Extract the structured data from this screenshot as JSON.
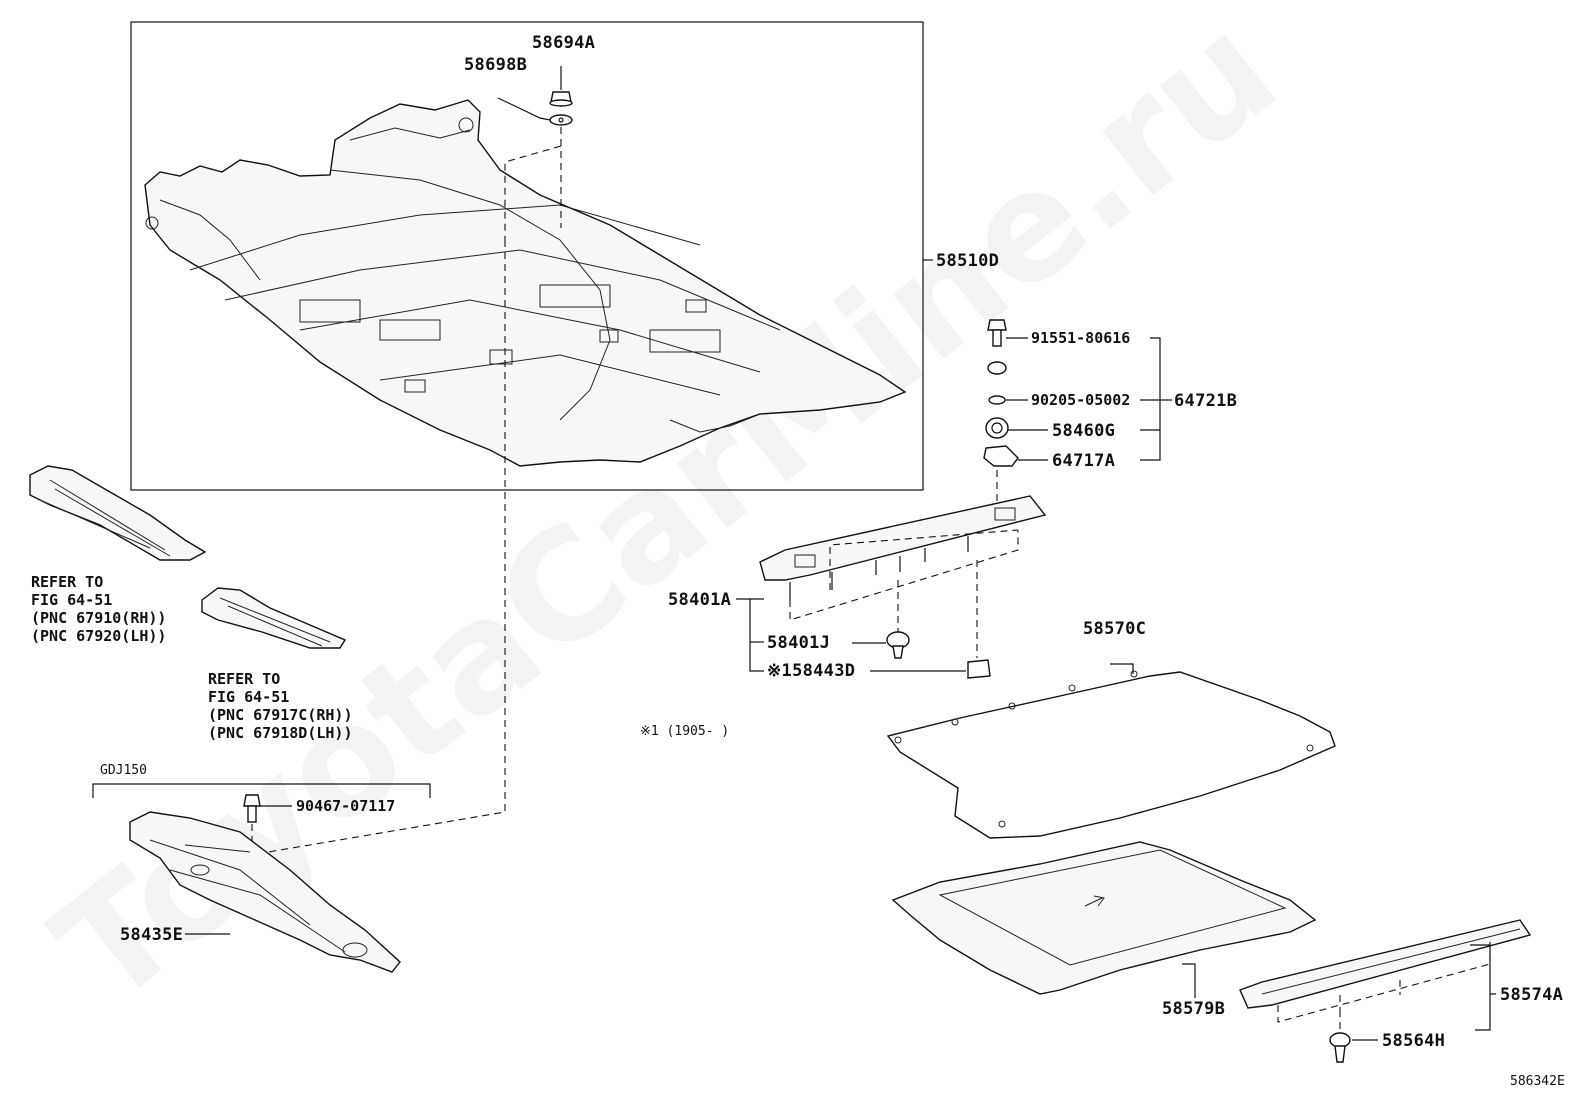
{
  "watermark": "ToyotaCarMine.ru",
  "figure_code": "586342E",
  "callouts": {
    "p58694A": "58694A",
    "p58698B": "58698B",
    "p58510D": "58510D",
    "p91551_80616": "91551-80616",
    "p90205_05002": "90205-05002",
    "p64721B": "64721B",
    "p58460G": "58460G",
    "p64717A": "64717A",
    "p58401A": "58401A",
    "p58401J": "58401J",
    "p158443D": "※158443D",
    "p58570C": "58570C",
    "p90467_07117": "90467-07117",
    "p58435E": "58435E",
    "p58579B": "58579B",
    "p58574A": "58574A",
    "p58564H": "58564H"
  },
  "refs": {
    "ref1": [
      "REFER TO",
      "FIG 64-51",
      "(PNC 67910(RH))",
      "(PNC 67920(LH))"
    ],
    "ref2": [
      "REFER TO",
      "FIG 64-51",
      "(PNC 67917C(RH))",
      "(PNC 67918D(LH))"
    ]
  },
  "notes": {
    "date_note": "※1 (1905-     )",
    "model_code": "GDJ150"
  }
}
